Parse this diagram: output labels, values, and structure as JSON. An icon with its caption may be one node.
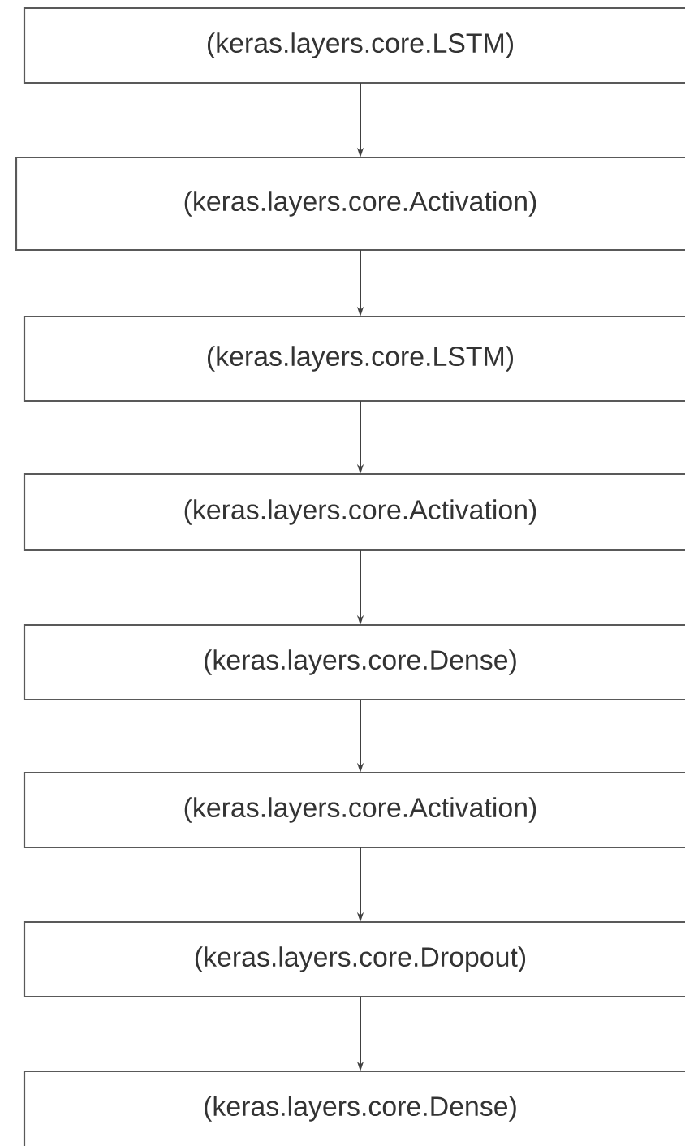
{
  "diagram": {
    "nodes": [
      {
        "text": [
          "(keras.layers.core.LSTM)"
        ]
      },
      {
        "text": [
          "(keras.layers.core.Activation)"
        ]
      },
      {
        "text": [
          "(keras.layers.core.LSTM)"
        ]
      },
      {
        "text": [
          "(keras.layers.core.Activation)"
        ]
      },
      {
        "text": [
          "(keras.layers.core.Dense)"
        ]
      },
      {
        "text": [
          "(keras.layers.core.Activation)"
        ]
      },
      {
        "text": [
          "(keras.layers.core.Dropout)"
        ]
      },
      {
        "text": [
          "(keras.layers.core.Dense)"
        ]
      }
    ],
    "edges": [
      {
        "from": 0,
        "to": 1,
        "arrow": "to"
      },
      {
        "from": 1,
        "to": 2,
        "arrow": "to"
      },
      {
        "from": 2,
        "to": 3,
        "arrow": "to"
      },
      {
        "from": 3,
        "to": 4,
        "arrow": "to"
      },
      {
        "from": 4,
        "to": 5,
        "arrow": "to"
      },
      {
        "from": 5,
        "to": 6,
        "arrow": "to"
      },
      {
        "from": 6,
        "to": 7,
        "arrow": "to"
      }
    ]
  }
}
